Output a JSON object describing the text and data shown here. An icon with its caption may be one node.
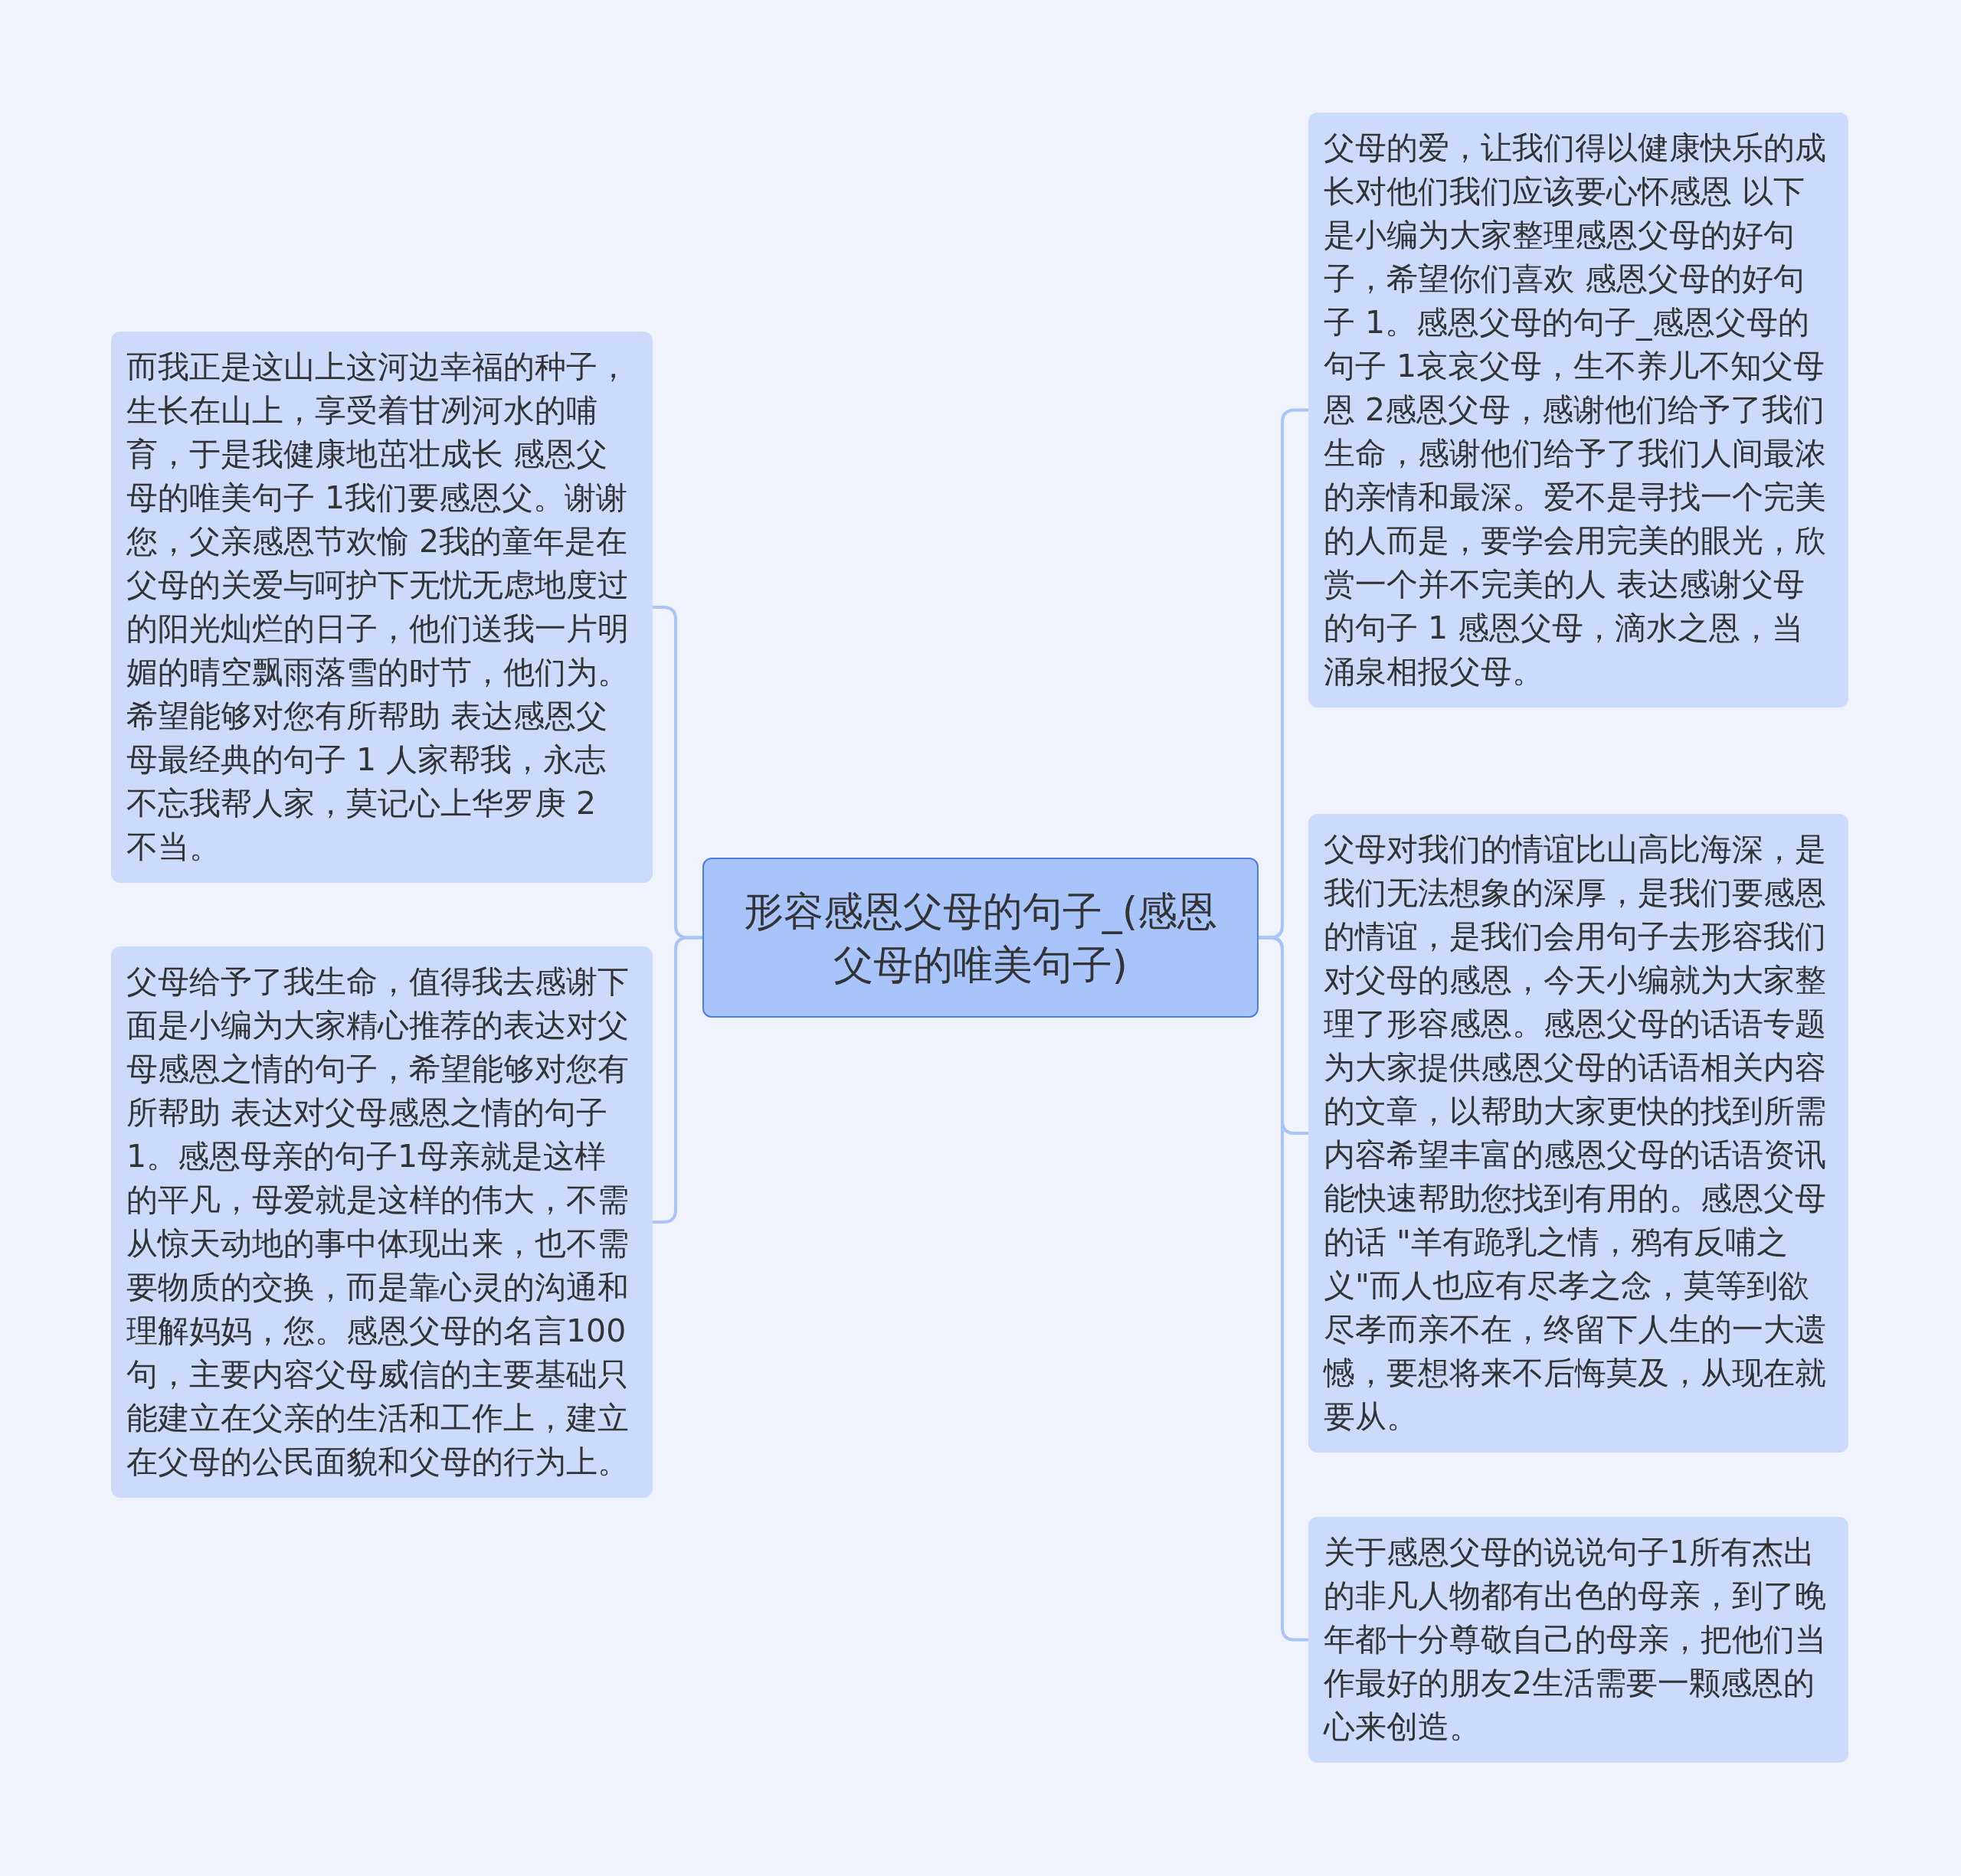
{
  "diagram": {
    "nodes": [
      {
        "text": [
          "形容感恩父母的句子_(感恩父母的唯美句子)"
        ]
      },
      {
        "text": [
          "而我正是这山上这河边幸福的种子，生长在山上，享受着甘冽河水的哺育，于是我健康地茁壮成长 感恩父母的唯美句子 1我们要感恩父。谢谢您，父亲感恩节欢愉 2我的童年是在父母的关爱与呵护下无忧无虑地度过的阳光灿烂的日子，他们送我一片明媚的晴空飘雨落雪的时节，他们为。希望能够对您有所帮助 表达感恩父母最经典的句子 1 人家帮我，永志不忘我帮人家，莫记心上华罗庚 2 不当。"
        ]
      },
      {
        "text": [
          "父母给予了我生命，值得我去感谢下面是小编为大家精心推荐的表达对父母感恩之情的句子，希望能够对您有所帮助 表达对父母感恩之情的句子 1。感恩母亲的句子1母亲就是这样的平凡，母爱就是这样的伟大，不需从惊天动地的事中体现出来，也不需要物质的交换，而是靠心灵的沟通和理解妈妈，您。感恩父母的名言100句，主要内容父母威信的主要基础只能建立在父亲的生活和工作上，建立在父母的公民面貌和父母的行为上。"
        ]
      },
      {
        "text": [
          "父母的爱，让我们得以健康快乐的成长对他们我们应该要心怀感恩 以下是小编为大家整理感恩父母的好句子，希望你们喜欢 感恩父母的好句子 1。感恩父母的句子_感恩父母的句子 1哀哀父母，生不养儿不知父母恩 2感恩父母，感谢他们给予了我们生命，感谢他们给予了我们人间最浓的亲情和最深。爱不是寻找一个完美的人而是，要学会用完美的眼光，欣赏一个并不完美的人 表达感谢父母的句子 1 感恩父母，滴水之恩，当涌泉相报父母。"
        ]
      },
      {
        "text": [
          "父母对我们的情谊比山高比海深，是我们无法想象的深厚，是我们要感恩的情谊，是我们会用句子去形容我们对父母的感恩，今天小编就为大家整理了形容感恩。感恩父母的话语专题为大家提供感恩父母的话语相关内容的文章，以帮助大家更快的找到所需内容希望丰富的感恩父母的话语资讯能快速帮助您找到有用的。感恩父母的话 \"羊有跪乳之情，鸦有反哺之义\"而人也应有尽孝之念，莫等到欲尽孝而亲不在，终留下人生的一大遗憾，要想将来不后悔莫及，从现在就要从。"
        ]
      },
      {
        "text": [
          "关于感恩父母的说说句子1所有杰出的非凡人物都有出色的母亲，到了晚年都十分尊敬自己的母亲，把他们当作最好的朋友2生活需要一颗感恩的心来创造。"
        ]
      }
    ],
    "edges": [
      {
        "from": 0,
        "to": 1,
        "arrow": "none"
      },
      {
        "from": 0,
        "to": 2,
        "arrow": "none"
      },
      {
        "from": 0,
        "to": 3,
        "arrow": "none"
      },
      {
        "from": 0,
        "to": 4,
        "arrow": "none"
      },
      {
        "from": 0,
        "to": 5,
        "arrow": "none"
      }
    ]
  }
}
